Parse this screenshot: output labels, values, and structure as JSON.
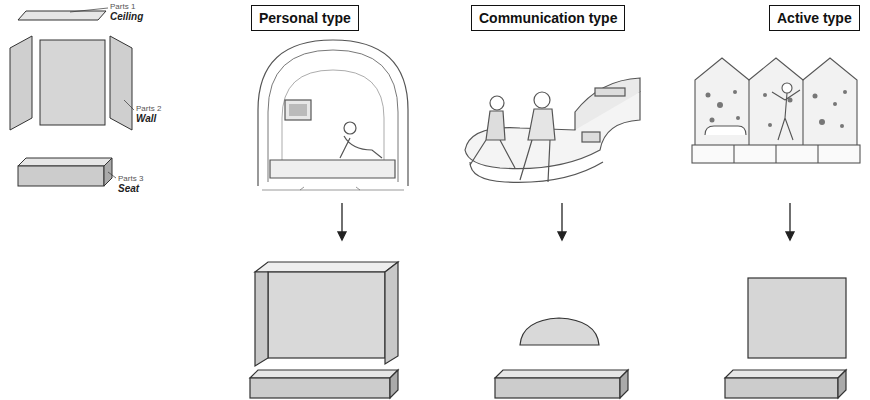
{
  "diagram": {
    "nodes": [
      {
        "text": [
          "Personal type"
        ]
      },
      {
        "text": [
          "Communication type"
        ]
      },
      {
        "text": [
          "Active type"
        ]
      }
    ],
    "labels": [
      "Parts 1",
      "Ceiling",
      "Parts 2",
      "Wall",
      "Parts 3",
      "Seat"
    ]
  }
}
